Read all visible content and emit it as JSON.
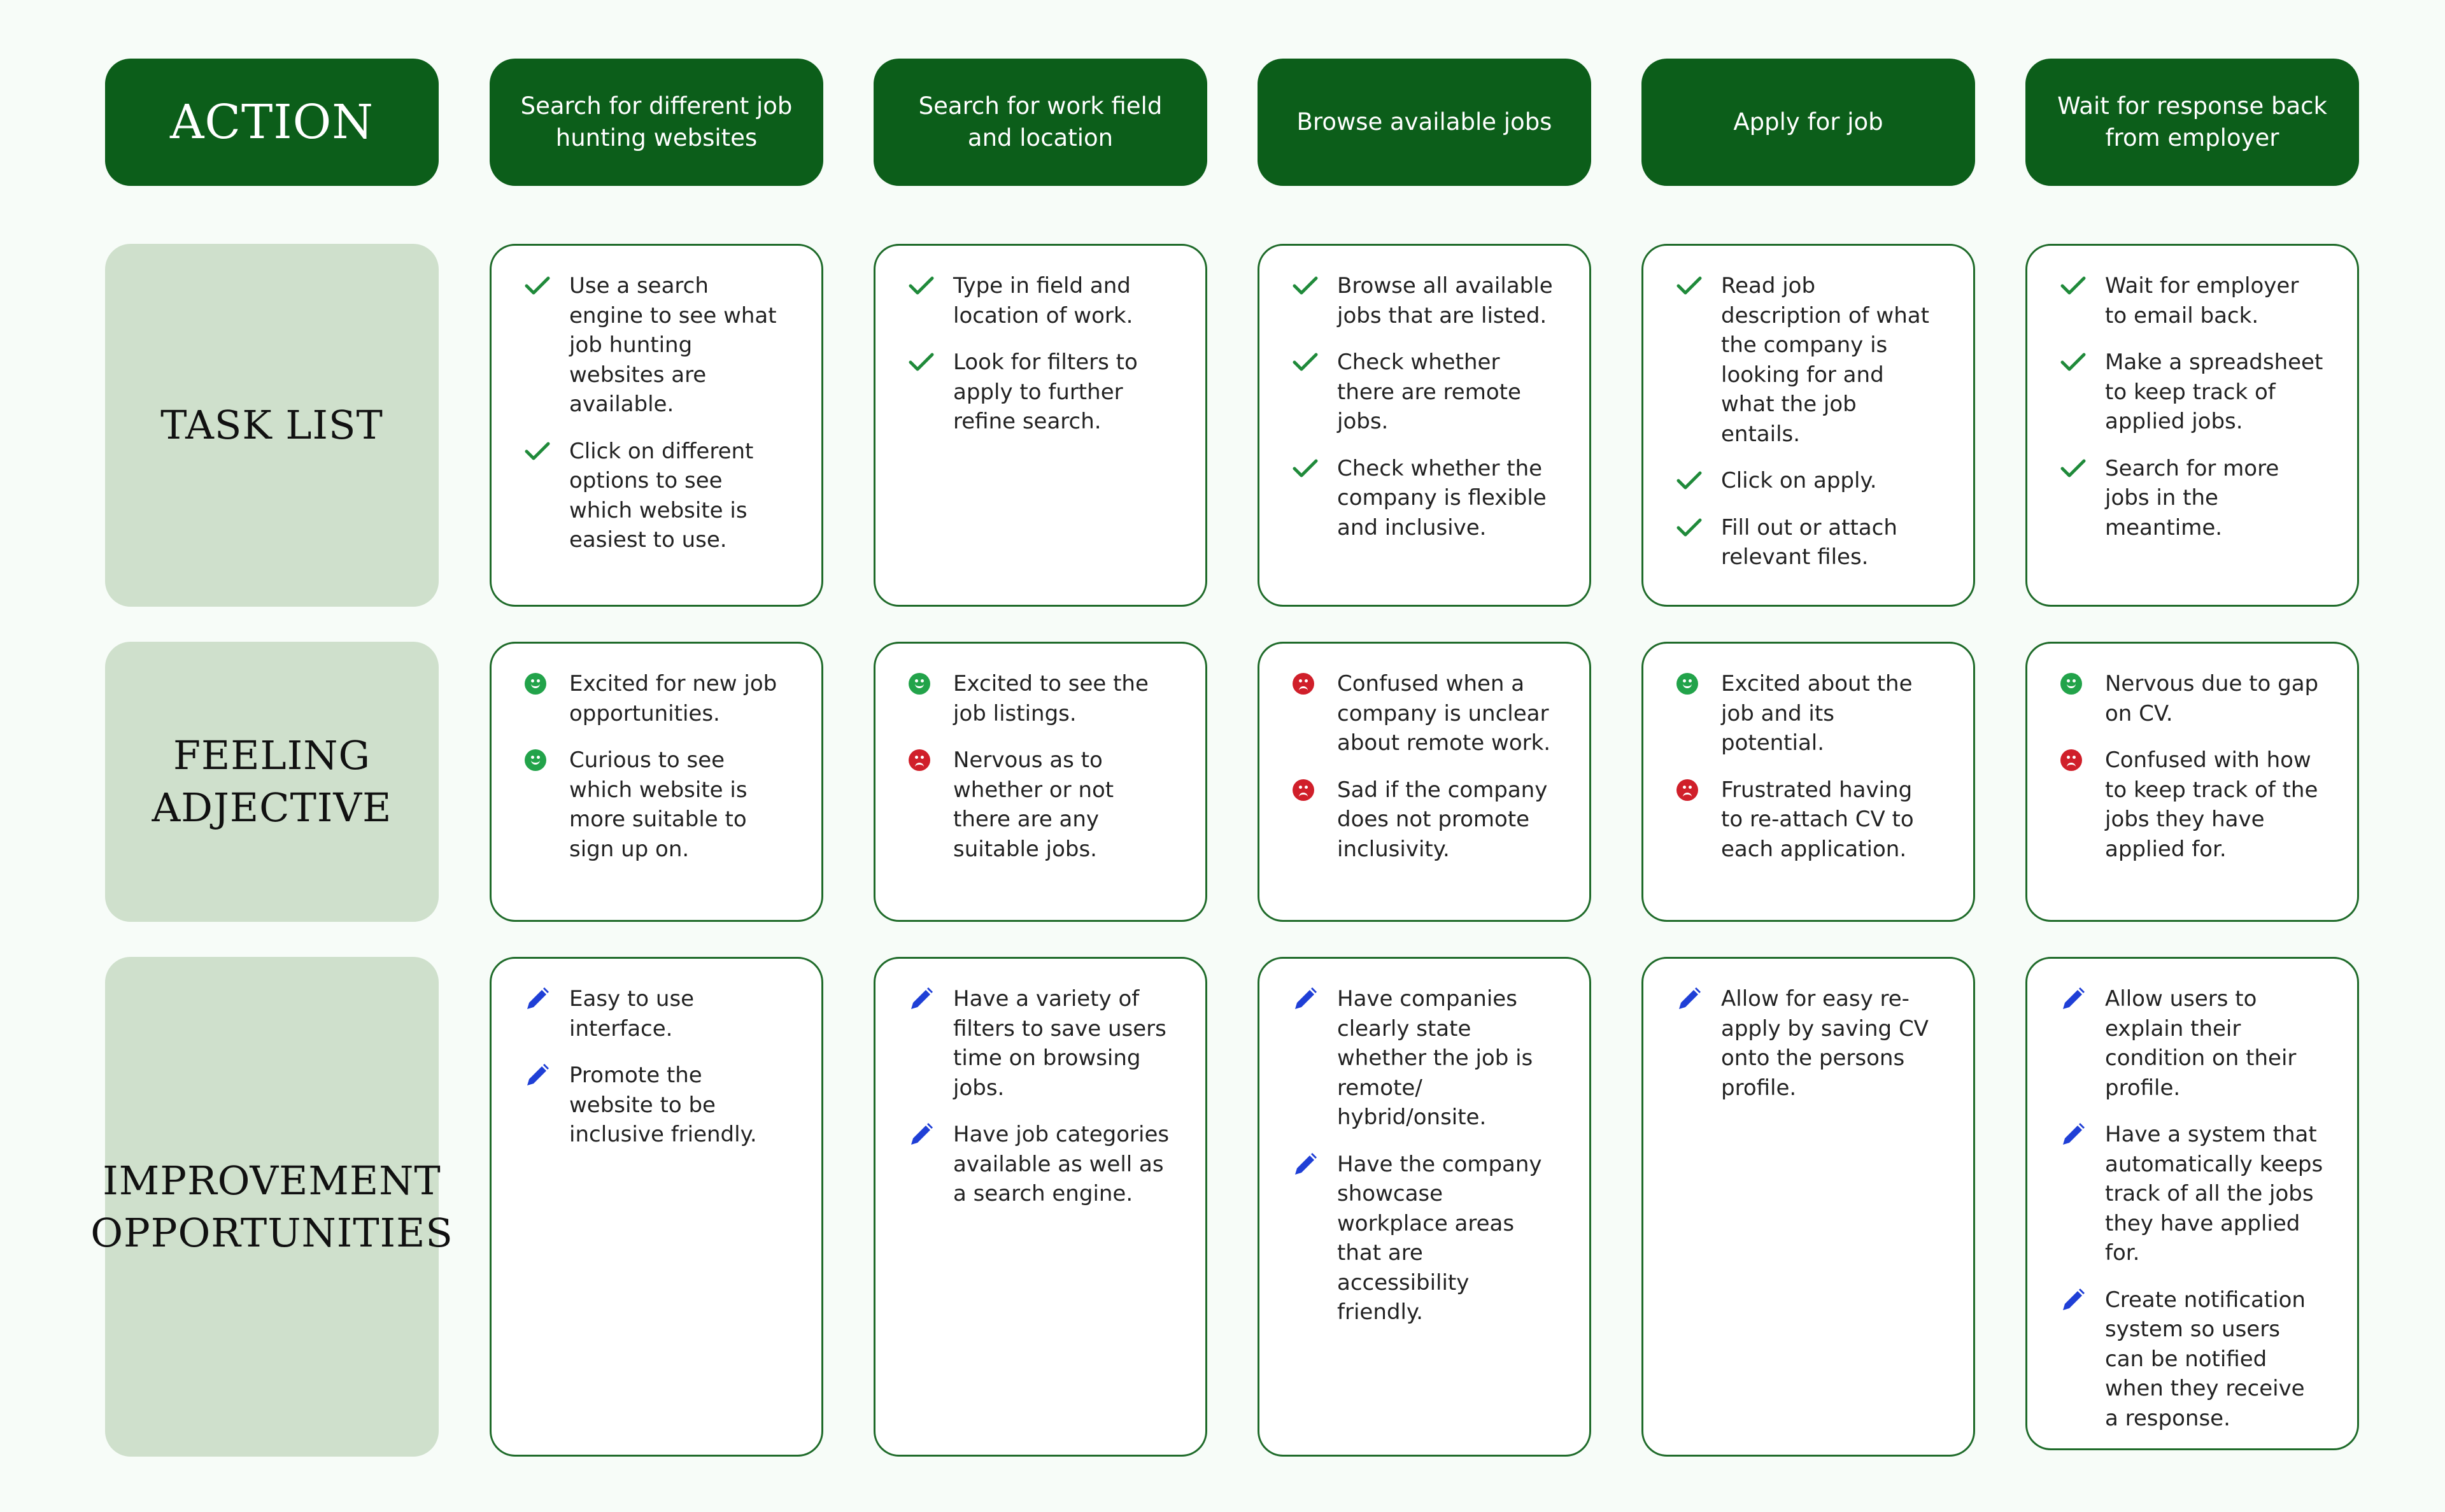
{
  "colors": {
    "header_bg": "#0c5e1a",
    "label_bg": "#cfe0cc",
    "card_border": "#1f6b2a",
    "check": "#1f8a3a",
    "happy": "#22a34a",
    "sad": "#d01f2a",
    "pencil": "#1f3fd6"
  },
  "action_label": "ACTION",
  "steps": [
    "Search for different job hunting websites",
    "Search for work field and location",
    "Browse available jobs",
    "Apply for job",
    "Wait for response back from employer"
  ],
  "rows": {
    "task_list": {
      "label": "TASK LIST",
      "icon": "check-icon",
      "cells": [
        [
          "Use a search engine to see what job hunting websites are available.",
          "Click on different options to see which website is easiest to use."
        ],
        [
          "Type in field and location of work.",
          "Look for filters to apply to further refine search."
        ],
        [
          "Browse all available jobs that are listed.",
          "Check whether there are remote jobs.",
          "Check whether the company is flexible and inclusive."
        ],
        [
          "Read job description of what the company is looking for and what the job entails.",
          "Click on apply.",
          "Fill out or attach relevant files."
        ],
        [
          "Wait for employer to email back.",
          "Make a spreadsheet to keep track of applied jobs.",
          "Search for more jobs in the meantime."
        ]
      ]
    },
    "feeling": {
      "label": "FEELING\nADJECTIVE",
      "icon": "face-icon",
      "cells": [
        [
          {
            "mood": "happy",
            "text": "Excited for new job opportunities."
          },
          {
            "mood": "happy",
            "text": "Curious to see which website is more suitable to sign up on."
          }
        ],
        [
          {
            "mood": "happy",
            "text": "Excited to see the job listings."
          },
          {
            "mood": "sad",
            "text": "Nervous as to whether or not there are any suitable jobs."
          }
        ],
        [
          {
            "mood": "sad",
            "text": "Confused when a company is unclear about remote work."
          },
          {
            "mood": "sad",
            "text": "Sad if the company does not promote inclusivity."
          }
        ],
        [
          {
            "mood": "happy",
            "text": "Excited about the job and its potential."
          },
          {
            "mood": "sad",
            "text": "Frustrated having to re-attach CV to each application."
          }
        ],
        [
          {
            "mood": "happy",
            "text": "Nervous due to gap on CV."
          },
          {
            "mood": "sad",
            "text": "Confused with how to keep track of the jobs they have applied for."
          }
        ]
      ]
    },
    "improvement": {
      "label": "IMPROVEMENT\nOPPORTUNITIES",
      "icon": "pencil-icon",
      "cells": [
        [
          "Easy to use interface.",
          "Promote the website to be inclusive friendly."
        ],
        [
          "Have a variety of filters to save users time on browsing jobs.",
          "Have job categories available as well as a search engine."
        ],
        [
          "Have companies clearly state whether the job is remote/ hybrid/onsite.",
          "Have the company showcase workplace areas that are accessibility friendly."
        ],
        [
          "Allow for easy re-apply by saving CV onto the persons profile."
        ],
        [
          "Allow users to explain their condition on their profile.",
          "Have a system that automatically keeps track of all the jobs they have applied for.",
          "Create notification system so users can be notified when they receive a response."
        ]
      ]
    }
  }
}
